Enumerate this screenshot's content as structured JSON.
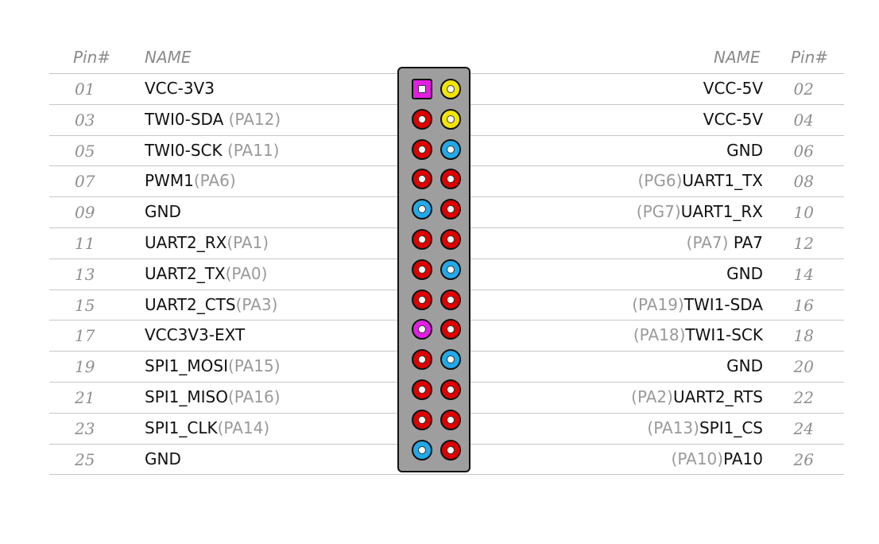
{
  "headers": {
    "left_pin": "Pin#",
    "left_name": "NAME",
    "right_name": "NAME",
    "right_pin": "Pin#"
  },
  "colors": {
    "power_3v3": "#e31ee3",
    "power_5v": "#f2e600",
    "gpio": "#e00000",
    "ground": "#22a9e8"
  },
  "rows": [
    {
      "left_pin": "01",
      "left_name": "VCC-3V3",
      "left_port": "",
      "right_port": "",
      "right_name": "VCC-5V",
      "right_pin": "02",
      "left_type": "power_3v3",
      "right_type": "power_5v"
    },
    {
      "left_pin": "03",
      "left_name": "TWI0-SDA",
      "left_port": " (PA12)",
      "right_port": "",
      "right_name": "VCC-5V",
      "right_pin": "04",
      "left_type": "gpio",
      "right_type": "power_5v"
    },
    {
      "left_pin": "05",
      "left_name": "TWI0-SCK",
      "left_port": " (PA11)",
      "right_port": "",
      "right_name": "GND",
      "right_pin": "06",
      "left_type": "gpio",
      "right_type": "ground"
    },
    {
      "left_pin": "07",
      "left_name": "PWM1",
      "left_port": "(PA6)",
      "right_port": "(PG6)",
      "right_name": "UART1_TX",
      "right_pin": "08",
      "left_type": "gpio",
      "right_type": "gpio"
    },
    {
      "left_pin": "09",
      "left_name": "GND",
      "left_port": "",
      "right_port": "(PG7)",
      "right_name": "UART1_RX",
      "right_pin": "10",
      "left_type": "ground",
      "right_type": "gpio"
    },
    {
      "left_pin": "11",
      "left_name": "UART2_RX",
      "left_port": "(PA1)",
      "right_port": "(PA7) ",
      "right_name": "PA7",
      "right_pin": "12",
      "left_type": "gpio",
      "right_type": "gpio"
    },
    {
      "left_pin": "13",
      "left_name": "UART2_TX",
      "left_port": "(PA0)",
      "right_port": "",
      "right_name": "GND",
      "right_pin": "14",
      "left_type": "gpio",
      "right_type": "ground"
    },
    {
      "left_pin": "15",
      "left_name": "UART2_CTS",
      "left_port": "(PA3)",
      "right_port": "(PA19)",
      "right_name": "TWI1-SDA",
      "right_pin": "16",
      "left_type": "gpio",
      "right_type": "gpio"
    },
    {
      "left_pin": "17",
      "left_name": "VCC3V3-EXT",
      "left_port": "",
      "right_port": "(PA18)",
      "right_name": "TWI1-SCK",
      "right_pin": "18",
      "left_type": "power_3v3",
      "right_type": "gpio"
    },
    {
      "left_pin": "19",
      "left_name": "SPI1_MOSI",
      "left_port": "(PA15)",
      "right_port": "",
      "right_name": "GND",
      "right_pin": "20",
      "left_type": "gpio",
      "right_type": "ground"
    },
    {
      "left_pin": "21",
      "left_name": "SPI1_MISO",
      "left_port": "(PA16)",
      "right_port": "(PA2)",
      "right_name": "UART2_RTS",
      "right_pin": "22",
      "left_type": "gpio",
      "right_type": "gpio"
    },
    {
      "left_pin": "23",
      "left_name": "SPI1_CLK",
      "left_port": "(PA14)",
      "right_port": "(PA13)",
      "right_name": "SPI1_CS",
      "right_pin": "24",
      "left_type": "gpio",
      "right_type": "gpio"
    },
    {
      "left_pin": "25",
      "left_name": "GND",
      "left_port": "",
      "right_port": "(PA10)",
      "right_name": "PA10",
      "right_pin": "26",
      "left_type": "ground",
      "right_type": "gpio"
    }
  ]
}
